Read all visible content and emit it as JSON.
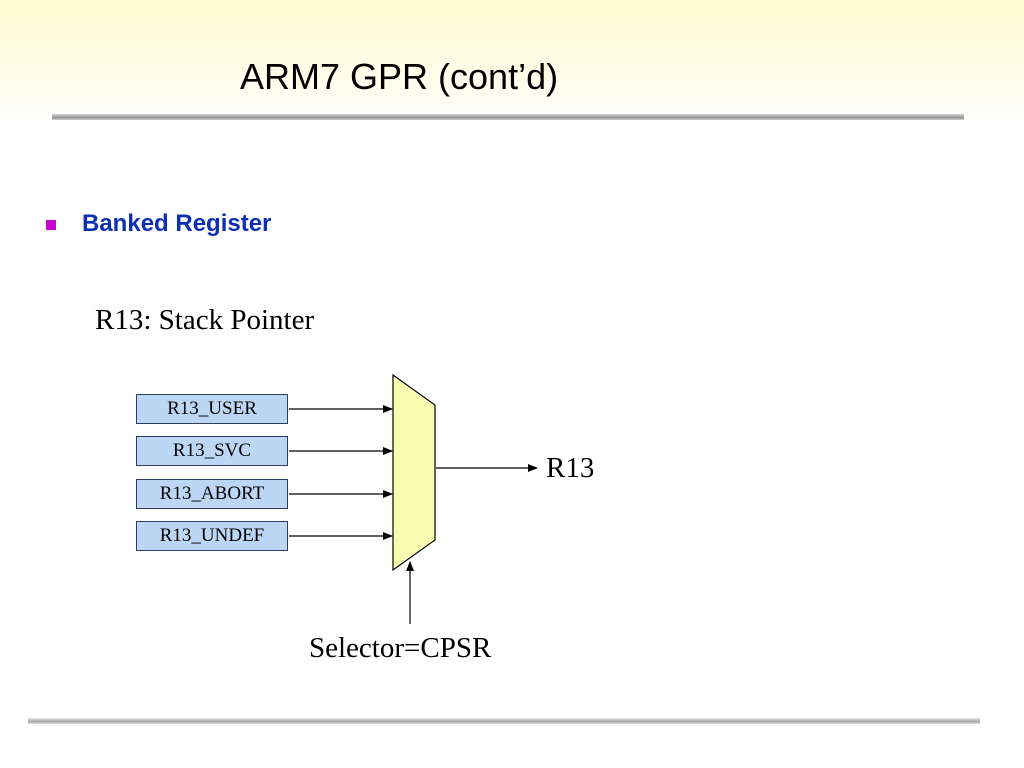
{
  "slide": {
    "title": "ARM7 GPR (cont’d)"
  },
  "bullet": {
    "text": "Banked Register",
    "marker_color": "#cc00cc",
    "text_color": "#0d2fb2"
  },
  "diagram": {
    "heading": "R13: Stack Pointer",
    "registers": [
      {
        "label": "R13_USER"
      },
      {
        "label": "R13_SVC"
      },
      {
        "label": "R13_ABORT"
      },
      {
        "label": "R13_UNDEF"
      }
    ],
    "output_label": "R13",
    "selector_label": "Selector=CPSR",
    "register_fill": "#bcd7f5",
    "mux_fill": "#fafab0"
  }
}
